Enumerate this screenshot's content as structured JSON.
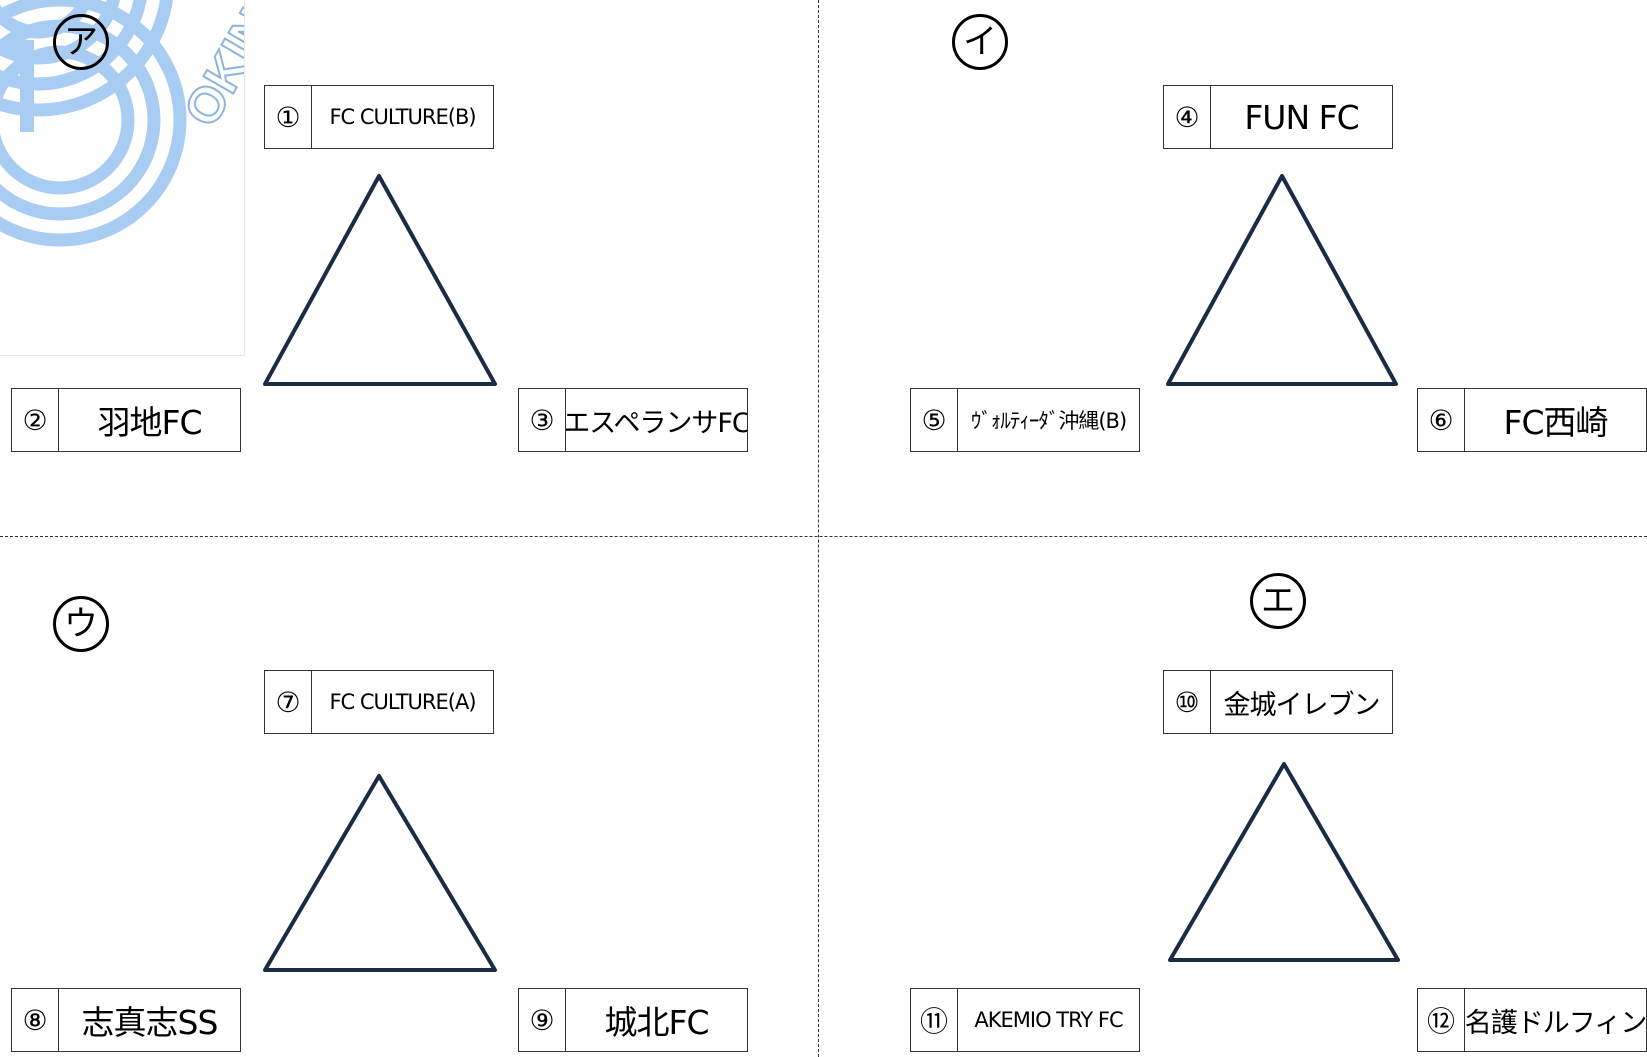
{
  "groups": [
    {
      "label": "ア",
      "teams": [
        {
          "num": "①",
          "name": "FC CULTURE(B)"
        },
        {
          "num": "②",
          "name": "羽地FC"
        },
        {
          "num": "③",
          "name": "エスペランサFC"
        }
      ]
    },
    {
      "label": "イ",
      "teams": [
        {
          "num": "④",
          "name": "FUN FC"
        },
        {
          "num": "⑤",
          "name": "ｳﾞｫﾙﾃｨｰﾀﾞ沖縄(B)"
        },
        {
          "num": "⑥",
          "name": "FC西崎"
        }
      ]
    },
    {
      "label": "ウ",
      "teams": [
        {
          "num": "⑦",
          "name": "FC CULTURE(A)"
        },
        {
          "num": "⑧",
          "name": "志真志SS"
        },
        {
          "num": "⑨",
          "name": "城北FC"
        }
      ]
    },
    {
      "label": "エ",
      "teams": [
        {
          "num": "⑩",
          "name": "金城イレブン"
        },
        {
          "num": "⑪",
          "name": "AKEMIO TRY FC"
        },
        {
          "num": "⑫",
          "name": "名護ドルフィン"
        }
      ]
    }
  ],
  "logo": {
    "text": "OKINAWA"
  },
  "colors": {
    "triangle_stroke": "#1b2b45",
    "logo_blue": "#a9cdf2",
    "box_border": "#333333"
  }
}
